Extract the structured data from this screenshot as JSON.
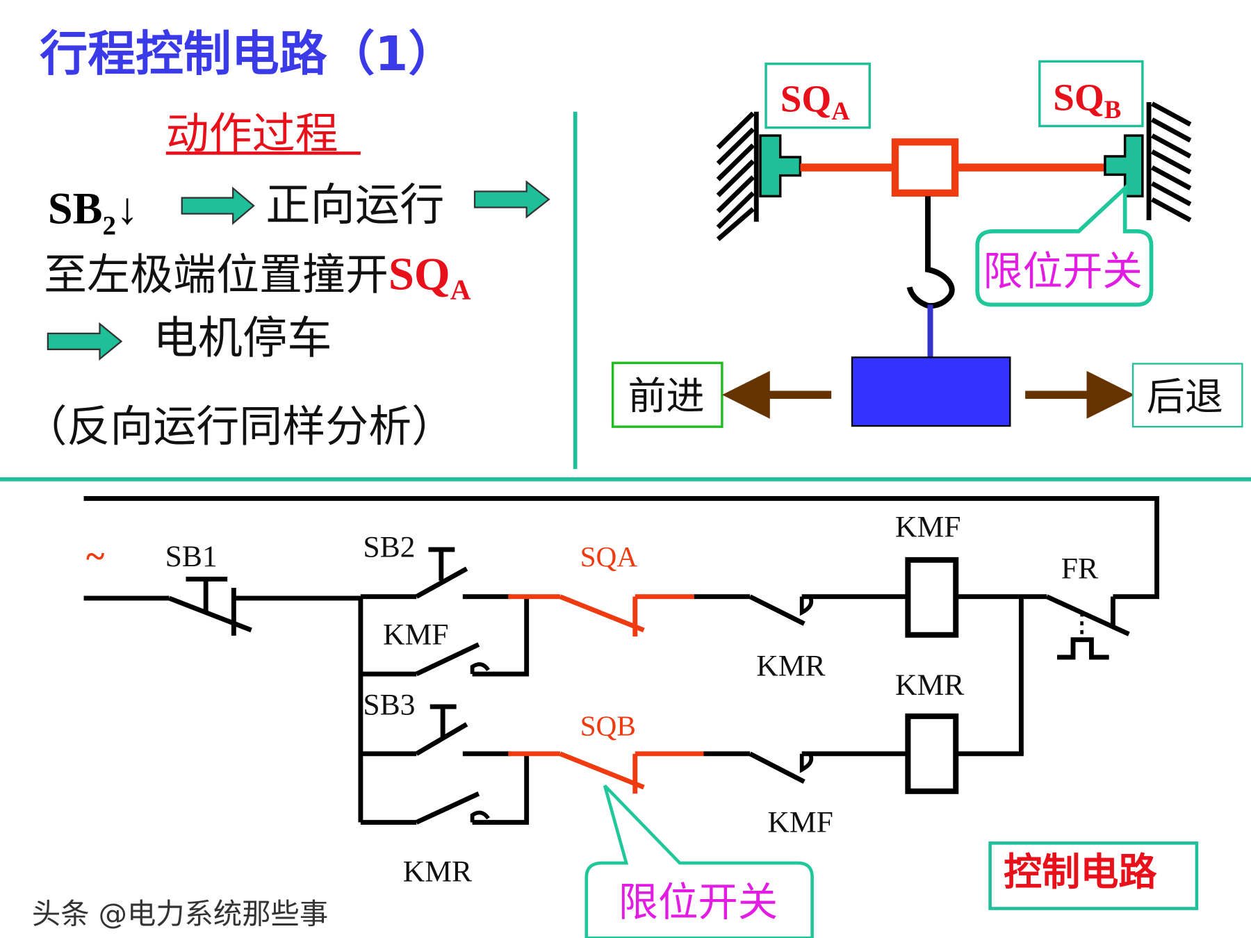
{
  "title": "行程控制电路（1）",
  "process": {
    "heading": "动作过程",
    "sb2": "SB",
    "sb2_sub": "2",
    "down_arrow": "↓",
    "forward": "正向运行",
    "line2": "至左极端位置撞开",
    "sqa": "SQ",
    "sqa_sub": "A",
    "stop": "电机停车",
    "reverse_note": "（反向运行同样分析）"
  },
  "mechanism": {
    "sqa_label": "SQ",
    "sqa_sub": "A",
    "sqb_label": "SQ",
    "sqb_sub": "B",
    "limit_switch_callout": "限位开关",
    "forward_label": "前进",
    "backward_label": "后退"
  },
  "circuit": {
    "ac_symbol": "~",
    "sb1": "SB1",
    "sb2": "SB2",
    "sb3": "SB3",
    "sqa": "SQA",
    "sqb": "SQB",
    "kmf_hold": "KMF",
    "kmr_hold": "KMR",
    "kmr_interlock": "KMR",
    "kmf_interlock": "KMF",
    "kmf_coil": "KMF",
    "kmr_coil": "KMR",
    "fr": "FR",
    "limit_switch_callout": "限位开关",
    "control_circuit_label": "控制电路"
  },
  "watermark": "头条 @电力系统那些事",
  "colors": {
    "title": "#3a3ae8",
    "accent_teal": "#1fbf9a",
    "red": "#f03a10",
    "magenta": "#e21ce2",
    "motor_blue": "#3333ff",
    "arrow_brown": "#663300"
  }
}
